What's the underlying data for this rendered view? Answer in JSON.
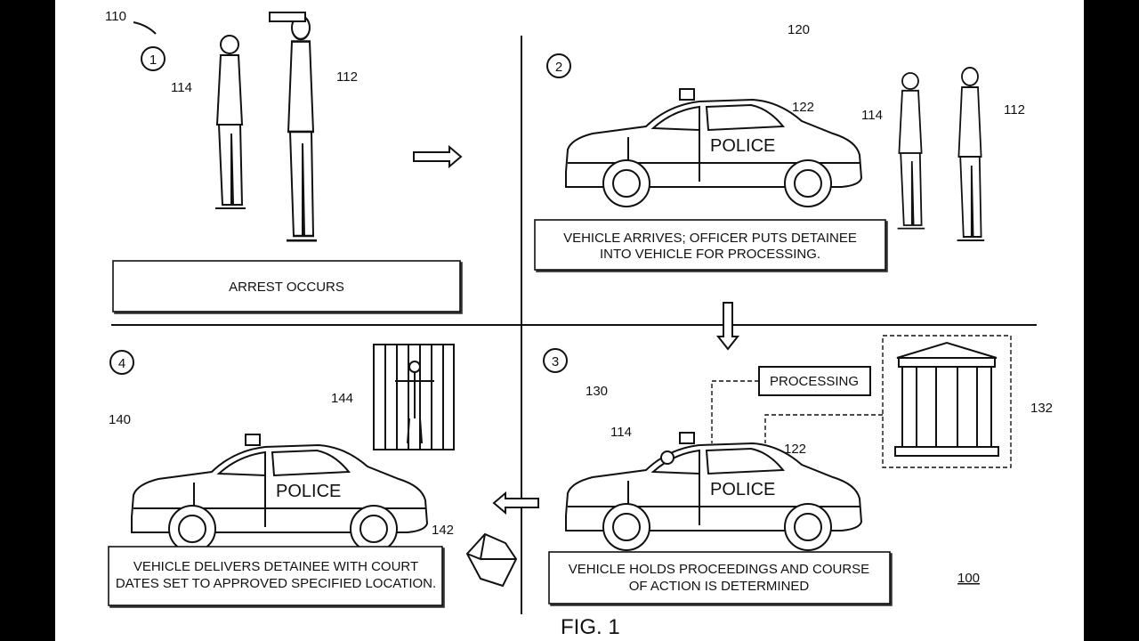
{
  "figure": {
    "title": "FIG. 1",
    "ref_overall": "100",
    "panels": [
      {
        "step": "1",
        "ref": "110",
        "caption_lines": [
          "ARREST OCCURS"
        ],
        "refs": {
          "officer": "112",
          "detainee": "114"
        }
      },
      {
        "step": "2",
        "ref": "120",
        "caption_lines": [
          "VEHICLE ARRIVES; OFFICER PUTS DETAINEE",
          "INTO VEHICLE FOR PROCESSING."
        ],
        "refs": {
          "vehicle": "122",
          "detainee": "114",
          "officer": "112"
        },
        "vehicle_label": "POLICE"
      },
      {
        "step": "3",
        "ref": "130",
        "caption_lines": [
          "VEHICLE HOLDS PROCEEDINGS AND COURSE",
          "OF ACTION IS DETERMINED"
        ],
        "refs": {
          "detainee": "114",
          "vehicle": "122",
          "courthouse": "132"
        },
        "vehicle_label": "POLICE",
        "processing_label": "PROCESSING"
      },
      {
        "step": "4",
        "ref": "140",
        "caption_lines": [
          "VEHICLE DELIVERS DETAINEE WITH COURT",
          "DATES SET TO APPROVED SPECIFIED LOCATION."
        ],
        "refs": {
          "jail": "144",
          "location": "142"
        },
        "vehicle_label": "POLICE"
      }
    ]
  }
}
